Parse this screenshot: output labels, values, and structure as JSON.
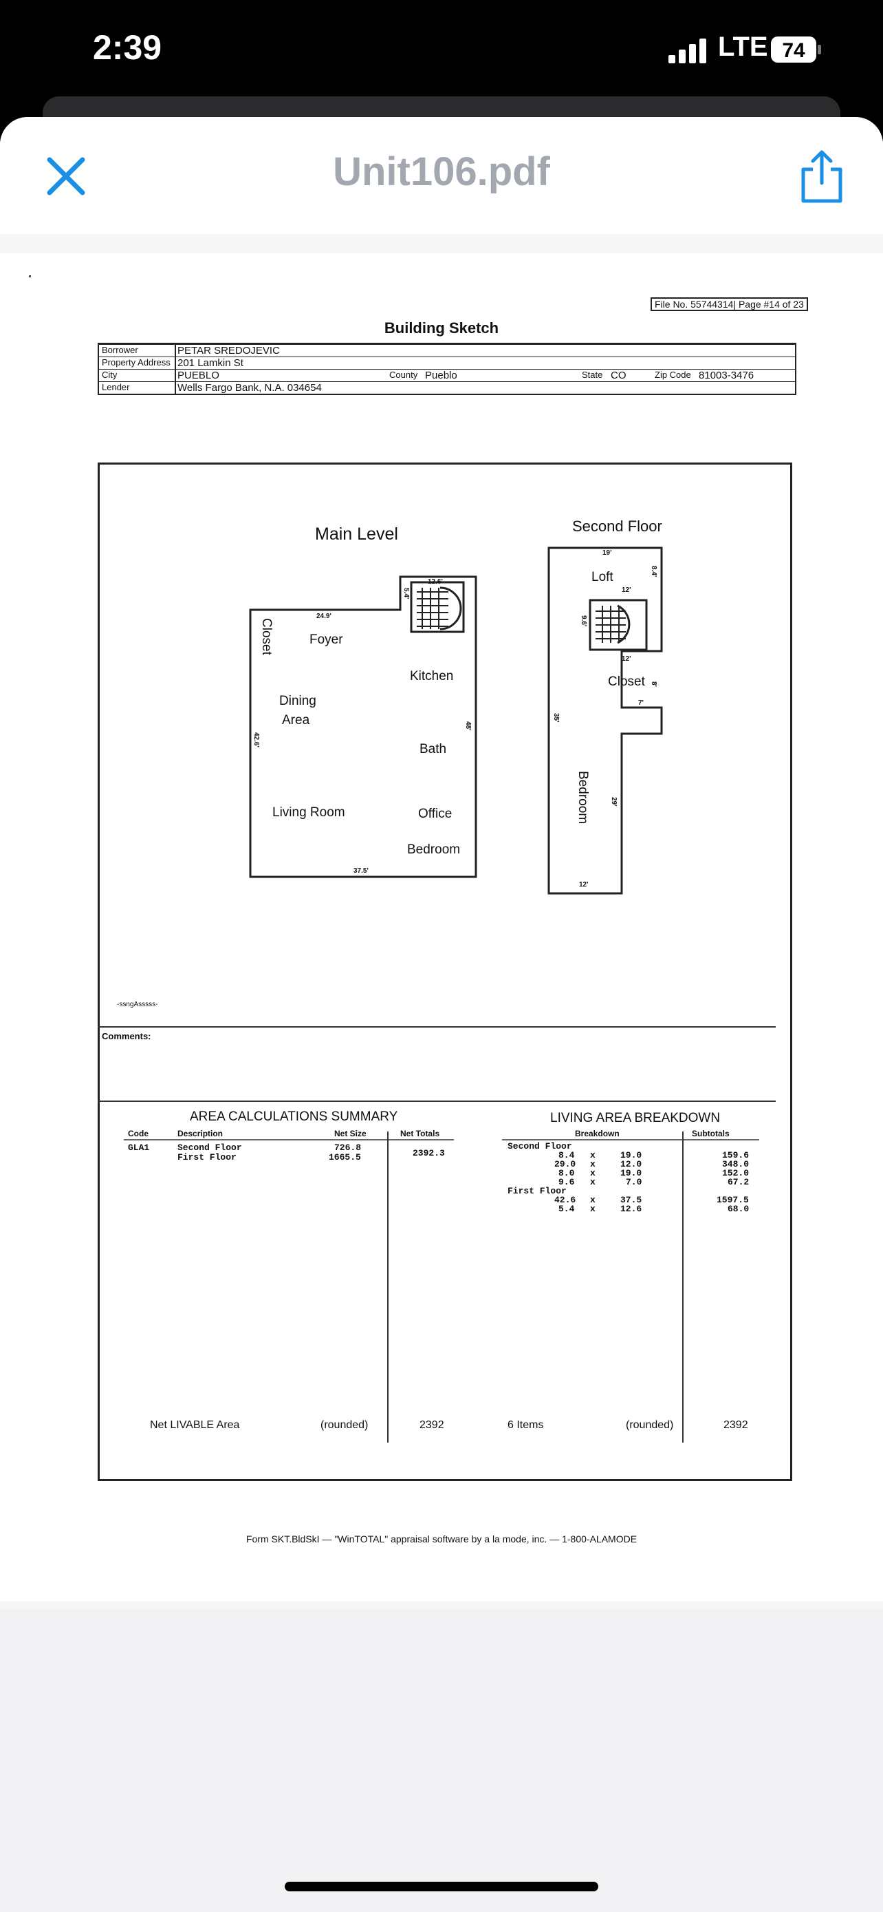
{
  "status_bar": {
    "time": "2:39",
    "network": "LTE",
    "battery": "74"
  },
  "nav": {
    "title": "Unit106.pdf",
    "close_icon": "close-icon",
    "share_icon": "share-icon"
  },
  "pdf": {
    "file_ref": "File No. 55744314| Page #14 of 23",
    "heading": "Building Sketch",
    "info": {
      "borrower_label": "Borrower",
      "borrower": "PETAR SREDOJEVIC",
      "address_label": "Property Address",
      "address": "201 Lamkin St",
      "city_label": "City",
      "city": "PUEBLO",
      "county_label": "County",
      "county": "Pueblo",
      "state_label": "State",
      "state": "CO",
      "zip_label": "Zip Code",
      "zip": "81003-3476",
      "lender_label": "Lender",
      "lender": "Wells Fargo Bank, N.A. 034654"
    },
    "sketch": {
      "main_level": "Main Level",
      "second_floor": "Second Floor",
      "rooms_main": {
        "closet": "Closet",
        "foyer": "Foyer",
        "kitchen": "Kitchen",
        "dining": "Dining",
        "area": "Area",
        "bath": "Bath",
        "living": "Living Room",
        "office": "Office",
        "bedroom": "Bedroom"
      },
      "rooms_second": {
        "loft": "Loft",
        "closet": "Closet",
        "bedroom": "Bedroom"
      },
      "dims_main": {
        "top": "24.9'",
        "step_top": "12.6'",
        "step_side": "5.4'",
        "left": "42.6'",
        "right": "48'",
        "bottom": "37.5'"
      },
      "dims_second": {
        "top": "19'",
        "right1": "8.4'",
        "loft_inner": "12'",
        "stair_side": "9.6'",
        "closet_top": "12'",
        "closet_right": "8'",
        "closet_bottom": "7'",
        "left": "35'",
        "bed_right": "29'",
        "bottom": "12'"
      },
      "legend_text": "-ssngAsssss-"
    },
    "comments_label": "Comments:",
    "area_calc": {
      "title": "AREA CALCULATIONS SUMMARY",
      "headers": {
        "code": "Code",
        "description": "Description",
        "net_size": "Net Size",
        "net_totals": "Net Totals"
      },
      "code": "GLA1",
      "rows": [
        {
          "description": "Second Floor",
          "net_size": "726.8"
        },
        {
          "description": "First Floor",
          "net_size": "1665.5"
        }
      ],
      "net_total": "2392.3"
    },
    "living_area": {
      "title": "LIVING AREA BREAKDOWN",
      "headers": {
        "breakdown": "Breakdown",
        "subtotals": "Subtotals"
      },
      "sections": [
        {
          "label": "Second Floor",
          "rows": [
            {
              "a": "8.4",
              "b": "19.0",
              "subtotal": "159.6"
            },
            {
              "a": "29.0",
              "b": "12.0",
              "subtotal": "348.0"
            },
            {
              "a": "8.0",
              "b": "19.0",
              "subtotal": "152.0"
            },
            {
              "a": "9.6",
              "b": "7.0",
              "subtotal": "67.2"
            }
          ]
        },
        {
          "label": "First Floor",
          "rows": [
            {
              "a": "42.6",
              "b": "37.5",
              "subtotal": "1597.5"
            },
            {
              "a": "5.4",
              "b": "12.6",
              "subtotal": "68.0"
            }
          ]
        }
      ]
    },
    "totals": {
      "net_livable_label": "Net LIVABLE Area",
      "rounded_left": "(rounded)",
      "net_livable_value": "2392",
      "items": "6 Items",
      "rounded_right": "(rounded)",
      "items_value": "2392"
    },
    "footer": "Form SKT.BldSkI — \"WinTOTAL\" appraisal software by a la mode, inc. — 1-800-ALAMODE"
  }
}
